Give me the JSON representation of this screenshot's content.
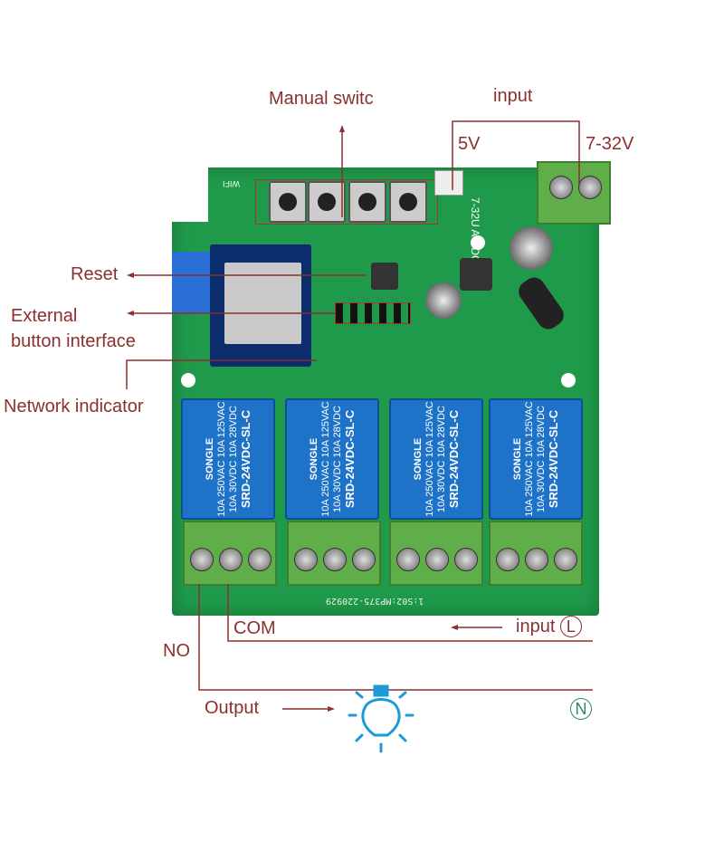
{
  "labels": {
    "manual_switch": "Manual switc",
    "input_top": "input",
    "v5": "5V",
    "v7_32": "7-32V",
    "reset": "Reset",
    "external_button_1": "External",
    "external_button_2": "button interface",
    "network_indicator": "Network indicator",
    "com": "COM",
    "no": "NO",
    "input_bottom": "input",
    "l_symbol": "L",
    "output": "Output",
    "n_symbol": "N"
  },
  "board": {
    "wifi_text": "WIFI",
    "power_text": "7-32U AC/DC",
    "serial_text": "1:S02:MP375-220929"
  },
  "relay": {
    "brand": "SONGLE",
    "rating_ac": "10A 250VAC  10A 125VAC",
    "rating_dc": "10A 30VDC  10A 28VDC",
    "model": "SRD-24VDC-SL-C"
  },
  "colors": {
    "annotation": "#8b2f2f",
    "pcb": "#1f9a4a",
    "relay": "#1e73c8",
    "bulb": "#1a9bd6",
    "neutral": "#2a8a6a"
  }
}
